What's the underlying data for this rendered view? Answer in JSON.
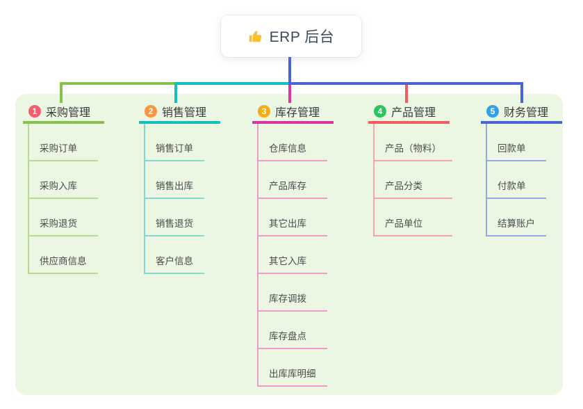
{
  "root": {
    "label": "ERP 后台",
    "icon": "thumbs-up-icon",
    "icon_color": "#fbc02d",
    "line_color": "#4a63d6"
  },
  "canvas": {
    "background": "#ffffff",
    "panel_background": "#ebf6e3"
  },
  "branches": [
    {
      "badge": "1",
      "label": "采购管理",
      "badge_color": "#fa5a6e",
      "line_color": "#85c24a",
      "light_color": "#b5dc90",
      "children": [
        "采购订单",
        "采购入库",
        "采购退货",
        "供应商信息"
      ]
    },
    {
      "badge": "2",
      "label": "销售管理",
      "badge_color": "#fc9540",
      "line_color": "#14bfbf",
      "light_color": "#82d8d4",
      "children": [
        "销售订单",
        "销售出库",
        "销售退货",
        "客户信息"
      ]
    },
    {
      "badge": "3",
      "label": "库存管理",
      "badge_color": "#f9ad14",
      "line_color": "#d8389e",
      "light_color": "#f09ac9",
      "children": [
        "仓库信息",
        "产品库存",
        "其它出库",
        "其它入库",
        "库存调拨",
        "库存盘点",
        "出库库明细"
      ]
    },
    {
      "badge": "4",
      "label": "产品管理",
      "badge_color": "#2dc35f",
      "line_color": "#f35b5e",
      "light_color": "#f5a5a5",
      "children": [
        "产品（物料）",
        "产品分类",
        "产品单位"
      ]
    },
    {
      "badge": "5",
      "label": "财务管理",
      "badge_color": "#31a2e8",
      "line_color": "#4a63d6",
      "light_color": "#95a8e4",
      "children": [
        "回款单",
        "付款单",
        "结算账户"
      ]
    }
  ]
}
